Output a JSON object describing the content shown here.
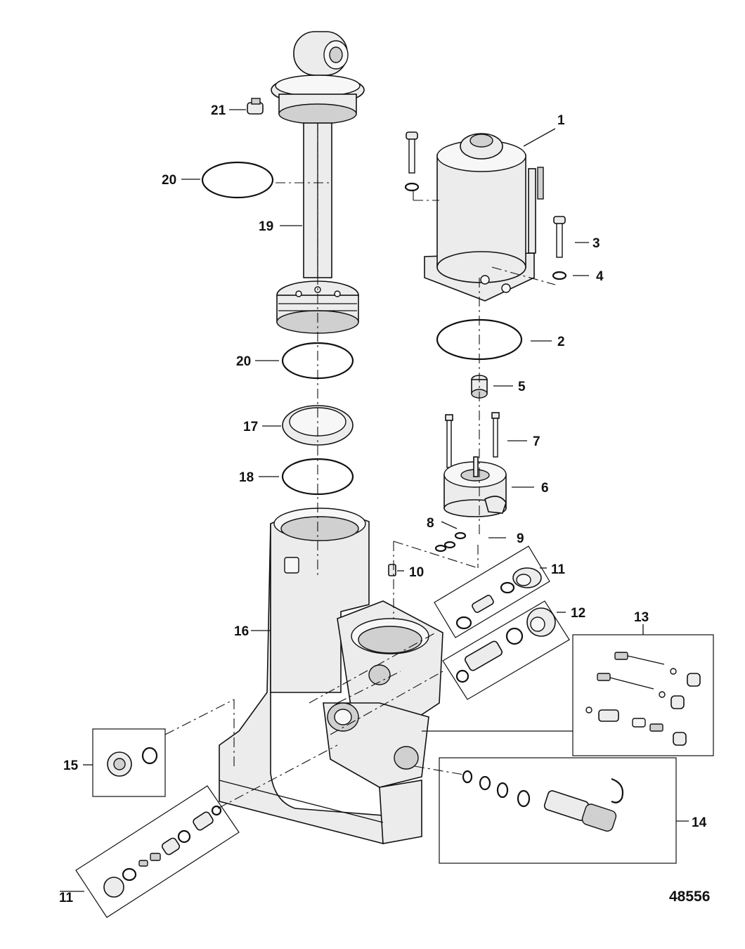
{
  "figure_number": "48556",
  "callouts": [
    "1",
    "2",
    "3",
    "4",
    "5",
    "6",
    "7",
    "8",
    "9",
    "10",
    "11",
    "12",
    "13",
    "14",
    "15",
    "16",
    "17",
    "18",
    "19",
    "20",
    "21"
  ],
  "callout_11_bottom": "11",
  "callout_20_lower": "20"
}
